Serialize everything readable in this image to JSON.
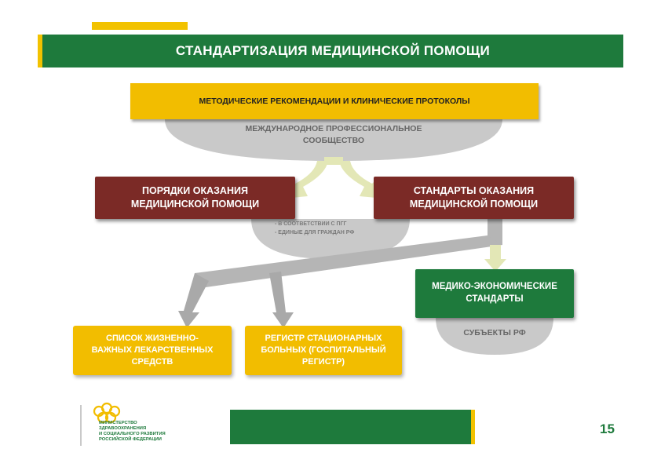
{
  "title": "СТАНДАРТИЗАЦИЯ МЕДИЦИНСКОЙ ПОМОЩИ",
  "top_box": "МЕТОДИЧЕСКИЕ РЕКОМЕНДАЦИИ И КЛИНИЧЕСКИЕ ПРОТОКОЛЫ",
  "international_line1": "МЕЖДУНАРОДНОЕ ПРОФЕССИОНАЛЬНОЕ",
  "international_line2": "СООБЩЕСТВО",
  "left_red_line1": "ПОРЯДКИ ОКАЗАНИЯ",
  "left_red_line2": "МЕДИЦИНСКОЙ ПОМОЩИ",
  "right_red_line1": "СТАНДАРТЫ ОКАЗАНИЯ",
  "right_red_line2": "МЕДИЦИНСКОЙ ПОМОЩИ",
  "note_1": "- В СООТВЕТСТВИИ С ПГГ",
  "note_2": "- ЕДИНЫЕ ДЛЯ ГРАЖДАН РФ",
  "green_line1": "МЕДИКО-ЭКОНОМИЧЕСКИЕ",
  "green_line2": "СТАНДАРТЫ",
  "subjects": "СУБЪЕКТЫ РФ",
  "yellow_1_line1": "СПИСОК ЖИЗНЕННО-",
  "yellow_1_line2": "ВАЖНЫХ ЛЕКАРСТВЕННЫХ",
  "yellow_1_line3": "СРЕДСТВ",
  "yellow_2_line1": "РЕГИСТР СТАЦИОНАРНЫХ",
  "yellow_2_line2": "БОЛЬНЫХ (ГОСПИТАЛЬНЫЙ",
  "yellow_2_line3": "РЕГИСТР)",
  "logo_line1": "МИНИСТЕРСТВО",
  "logo_line2": "ЗДРАВООХРАНЕНИЯ",
  "logo_line3": "И СОЦИАЛЬНОГО РАЗВИТИЯ",
  "logo_line4": "РОССИЙСКОЙ ФЕДЕРАЦИИ",
  "page_number": "15",
  "colors": {
    "green": "#1e7a3c",
    "yellow": "#f2bd00",
    "dark_red": "#7b2a26",
    "gray": "#c9c9c9"
  }
}
